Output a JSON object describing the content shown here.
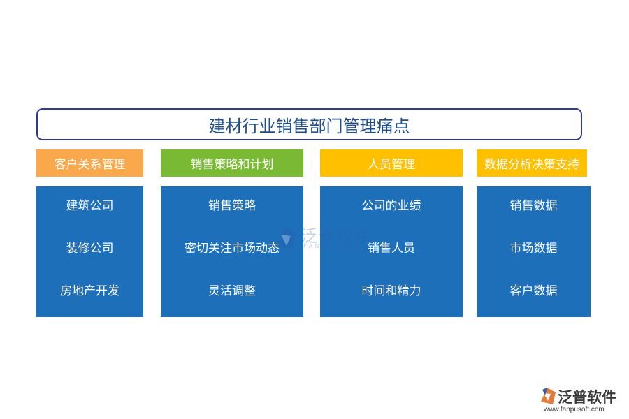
{
  "title": "建材行业销售部门管理痛点",
  "columns": [
    {
      "header": "客户关系管理",
      "header_color": "#f9a94b",
      "items": [
        "建筑公司",
        "装修公司",
        "房地产开发"
      ]
    },
    {
      "header": "销售策略和计划",
      "header_color": "#7ab934",
      "items": [
        "销售策略",
        "密切关注市场动态",
        "灵活调整"
      ]
    },
    {
      "header": "人员管理",
      "header_color": "#ffc000",
      "items": [
        "公司的业绩",
        "销售人员",
        "时间和精力"
      ]
    },
    {
      "header": "数据分析决策支持",
      "header_color": "#ffc000",
      "items": [
        "销售数据",
        "市场数据",
        "客户数据"
      ]
    }
  ],
  "body_color": "#1e6fba",
  "watermark": {
    "text": "泛普软件",
    "sub": "FANPU SOFT"
  },
  "brand": {
    "name": "泛普软件",
    "url": "www.fanpusoft.com",
    "icon": "fanpu-logo-icon"
  }
}
